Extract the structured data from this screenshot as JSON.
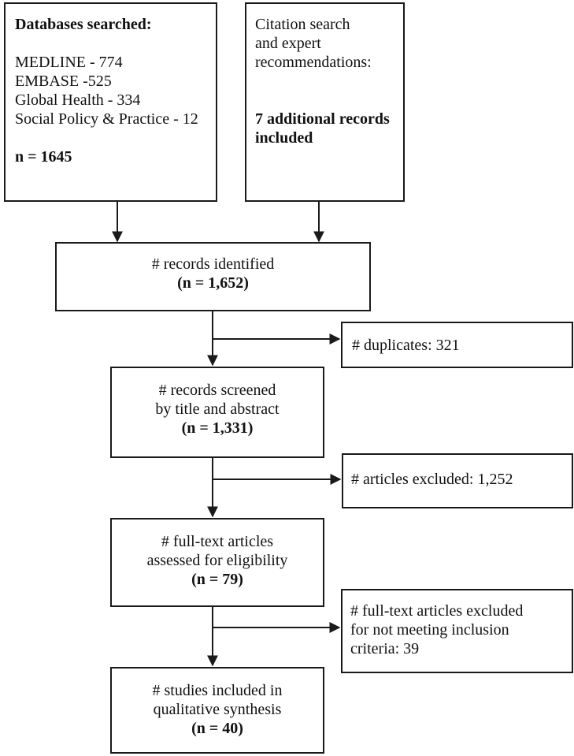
{
  "databases_box": {
    "heading": "Databases searched:",
    "entries": [
      "MEDLINE - 774",
      "EMBASE -525",
      "Global Health - 334",
      "Social Policy & Practice - 12"
    ],
    "total": "n = 1645"
  },
  "citation_box": {
    "lines": [
      "Citation search",
      "and expert",
      "recommendations:"
    ],
    "bold_lines": [
      "7 additional records",
      "included"
    ]
  },
  "identified_box": {
    "label": "# records identified",
    "count": "(n = 1,652)"
  },
  "duplicates_box": {
    "label": "# duplicates: 321"
  },
  "screened_box": {
    "lines": [
      "# records screened",
      "by title and abstract"
    ],
    "count": "(n = 1,331)"
  },
  "excluded_box": {
    "label": "# articles excluded: 1,252"
  },
  "fulltext_box": {
    "lines": [
      "# full-text articles",
      "assessed for eligibility"
    ],
    "count": "(n = 79)"
  },
  "fulltext_excluded_box": {
    "lines": [
      "# full-text articles excluded",
      "for not meeting inclusion",
      "criteria: 39"
    ]
  },
  "included_box": {
    "lines": [
      "# studies included in",
      "qualitative synthesis"
    ],
    "count": "(n = 40)"
  }
}
